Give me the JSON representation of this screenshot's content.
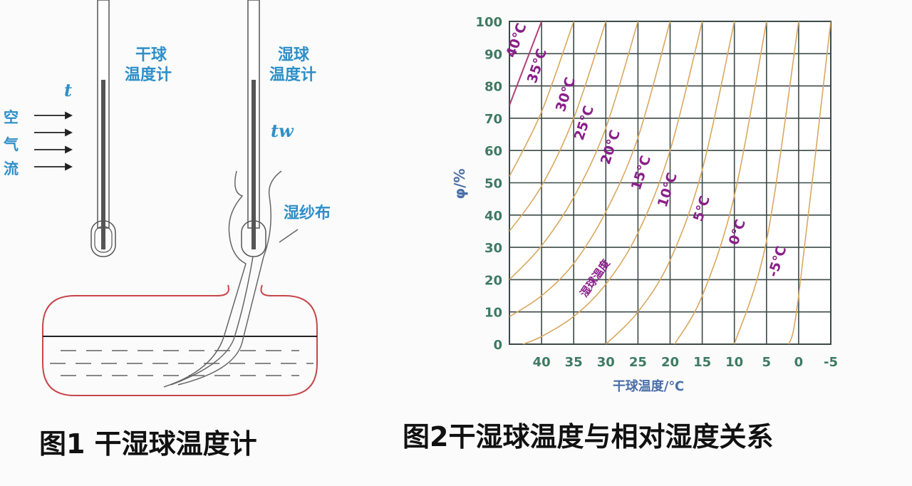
{
  "figure1": {
    "caption": "图1 干湿球温度计",
    "dry_label_1": "干球",
    "dry_label_2": "温度计",
    "wet_label_1": "湿球",
    "wet_label_2": "温度计",
    "t_label": "t",
    "tw_label": "tw",
    "air_1": "空",
    "air_2": "气",
    "air_3": "流",
    "gauze_label": "湿纱布",
    "colors": {
      "label": "#2e8fc8",
      "container": "#c8464a",
      "mercury": "#555555"
    }
  },
  "figure2": {
    "caption": "图2干湿球温度与相对湿度关系"
  },
  "chart_data": {
    "type": "line",
    "xlabel": "干球温度/℃",
    "ylabel": "φ/%",
    "x_reversed": true,
    "xlim": [
      45,
      -5
    ],
    "ylim": [
      0,
      100
    ],
    "xticks": [
      "40",
      "35",
      "30",
      "25",
      "20",
      "15",
      "10",
      "5",
      "0",
      "-5"
    ],
    "yticks": [
      "0",
      "10",
      "20",
      "30",
      "40",
      "50",
      "60",
      "70",
      "80",
      "90",
      "100"
    ],
    "grid": true,
    "annotation": "湿球温度",
    "series": [
      {
        "name": "40℃",
        "color": "#b0407a",
        "points": [
          [
            45,
            74
          ],
          [
            40,
            100
          ]
        ]
      },
      {
        "name": "35℃",
        "color": "#d8a860",
        "points": [
          [
            45,
            52
          ],
          [
            40,
            72
          ],
          [
            35,
            100
          ]
        ]
      },
      {
        "name": "30℃",
        "color": "#d8a860",
        "points": [
          [
            45,
            35
          ],
          [
            40,
            49
          ],
          [
            35,
            70
          ],
          [
            30,
            100
          ]
        ]
      },
      {
        "name": "25℃",
        "color": "#d8a860",
        "points": [
          [
            45,
            20
          ],
          [
            40,
            30.5
          ],
          [
            35,
            45.5
          ],
          [
            30,
            67
          ],
          [
            25,
            100
          ]
        ]
      },
      {
        "name": "20℃",
        "color": "#d8a860",
        "points": [
          [
            45,
            8.5
          ],
          [
            40,
            15
          ],
          [
            35,
            25
          ],
          [
            30,
            41
          ],
          [
            25,
            64
          ],
          [
            20,
            100
          ]
        ]
      },
      {
        "name": "15℃",
        "color": "#d8a860",
        "points": [
          [
            42.9,
            0
          ],
          [
            40,
            2.4
          ],
          [
            35,
            8.6
          ],
          [
            30,
            18.6
          ],
          [
            25,
            34.5
          ],
          [
            20,
            60
          ],
          [
            15,
            100
          ]
        ]
      },
      {
        "name": "10℃",
        "color": "#d8a860",
        "points": [
          [
            30,
            0
          ],
          [
            25,
            10
          ],
          [
            20,
            26
          ],
          [
            15,
            54
          ],
          [
            10,
            100
          ]
        ]
      },
      {
        "name": "5℃",
        "color": "#d8a860",
        "points": [
          [
            19.3,
            0
          ],
          [
            15,
            15
          ],
          [
            10,
            46
          ],
          [
            5,
            100
          ]
        ]
      },
      {
        "name": "0℃",
        "color": "#d8a860",
        "points": [
          [
            10,
            0
          ],
          [
            5,
            32
          ],
          [
            0,
            100
          ]
        ]
      },
      {
        "name": "-5℃",
        "color": "#d8a860",
        "points": [
          [
            1.5,
            0
          ],
          [
            0,
            15
          ],
          [
            -5,
            100
          ]
        ]
      }
    ],
    "colors": {
      "axis_text": "#3e7a64",
      "grid": "#3c4a48",
      "curve_label": "#8a1f8a"
    }
  }
}
